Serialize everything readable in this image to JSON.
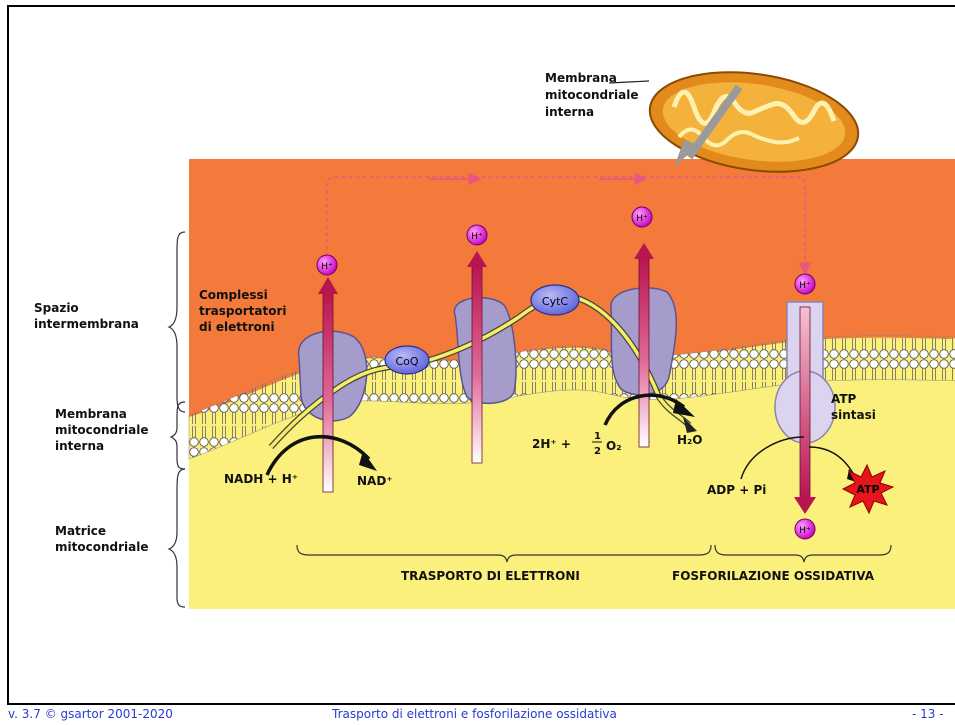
{
  "labels": {
    "membrane_top": [
      "Membrana",
      "mitocondriale",
      "interna"
    ],
    "intermembrane": [
      "Spazio",
      "intermembrana"
    ],
    "inner_membrane": [
      "Membrana",
      "mitocondriale",
      "interna"
    ],
    "matrix": [
      "Matrice",
      "mitocondriale"
    ],
    "complexes": [
      "Complessi",
      "trasportatori",
      "di elettroni"
    ],
    "coq": "CoQ",
    "cytc": "CytC",
    "proton": "H⁺",
    "nadh": "NADH + H⁺",
    "nad": "NAD⁺",
    "water_reaction_left": "2H⁺ +",
    "half_num": "1",
    "half_den": "2",
    "o2": "O₂",
    "water": "H₂O",
    "atp_synthase": [
      "ATP",
      "sintasi"
    ],
    "adp": "ADP + Pi",
    "atp": "ATP",
    "transport": "TRASPORTO DI ELETTRONI",
    "phosphorylation": "FOSFORILAZIONE OSSIDATIVA"
  },
  "footer": {
    "version": "v. 3.7 © gsartor 2001-2020",
    "title": "Trasporto di elettroni e fosforilazione ossidativa",
    "page": "- 13 -"
  },
  "colors": {
    "intermembrane": "#f47a3c",
    "matrix": "#fbf07c",
    "protein": "#a59ccc",
    "arrow": "#c21a5a",
    "proton": "#e51fe0",
    "electron_path": "#f6ef63",
    "footer_text": "#2a3bd0"
  }
}
